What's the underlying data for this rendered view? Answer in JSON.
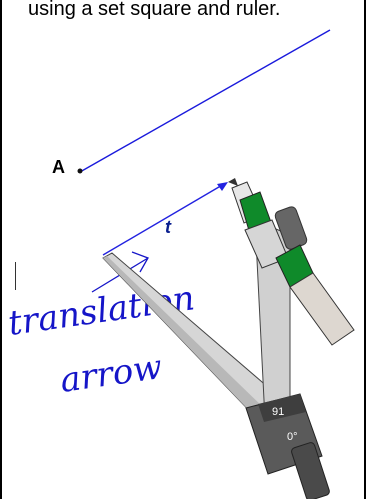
{
  "instruction": "using a set square and ruler.",
  "point_label": "A",
  "vector_label": "t",
  "handwriting": {
    "line1": "translation",
    "line2": "arrow"
  },
  "compass": {
    "readout_value": "91",
    "readout_angle": "0°"
  },
  "colors": {
    "line": "#1a1adc",
    "ink": "#1515c8",
    "compass_band": "#0f8a2a",
    "compass_body": "#d8d8d8",
    "compass_hub": "#5a5a5a"
  }
}
